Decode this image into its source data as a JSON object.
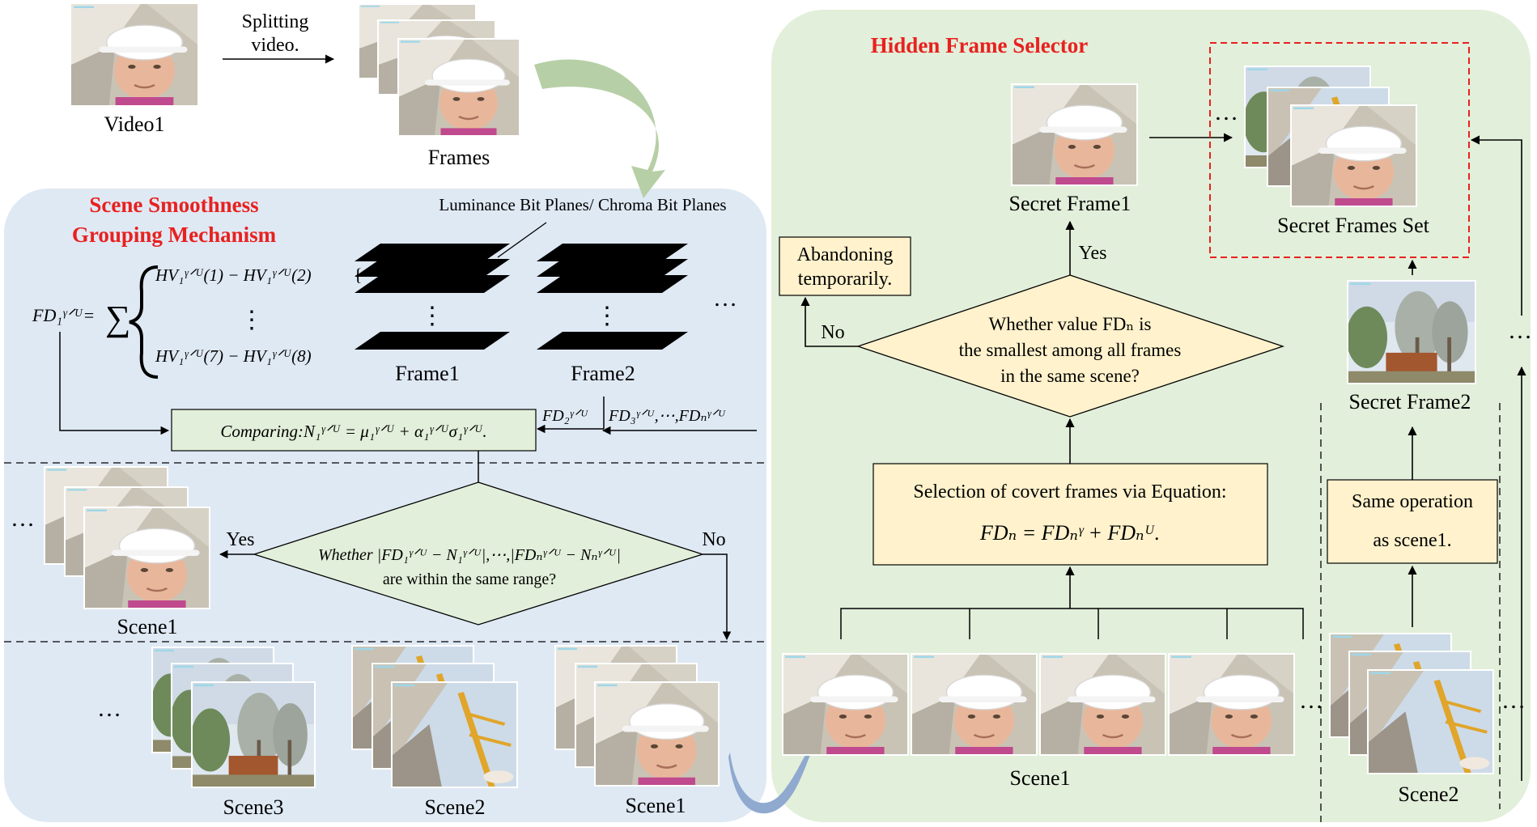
{
  "top": {
    "video_label": "Video1",
    "split_label_line1": "Splitting",
    "split_label_line2": "video.",
    "frames_label": "Frames"
  },
  "left_panel": {
    "title_line1": "Scene Smoothness",
    "title_line2": "Grouping  Mechanism",
    "bit_planes_label": "Luminance  Bit Planes/  Chroma Bit Planes",
    "fd_lhs": "FD₁ᵞᐟᵁ=",
    "sum_symbol": "∑",
    "hv_row1": "HV₁ᵞᐟᵁ(1) − HV₁ᵞᐟᵁ(2)",
    "hv_row2": "HV₁ᵞᐟᵁ(7) − HV₁ᵞᐟᵁ(8)",
    "frame1_label": "Frame1",
    "frame2_label": "Frame2",
    "ellipsis": "…",
    "vdots": "⋮",
    "fd2_label": "FD₂ᵞᐟᵁ",
    "fd3n_label": "FD₃ᵞᐟᵁ,⋯,FDₙᵞᐟᵁ",
    "comparing_text": "Comparing:N₁ᵞᐟᵁ = μ₁ᵞᐟᵁ + α₁ᵞᐟᵁσ₁ᵞᐟᵁ.",
    "decision_line1": "Whether |FD₁ᵞᐟᵁ − N₁ᵞᐟᵁ|,⋯,|FDₙᵞᐟᵁ − Nₙᵞᐟᵁ|",
    "decision_line2": "are within  the same range?",
    "yes_label": "Yes",
    "no_label": "No",
    "scene1_top_label": "Scene1",
    "scene3_label": "Scene3",
    "scene2_label": "Scene2",
    "scene1_bottom_label": "Scene1"
  },
  "right_panel": {
    "title": "Hidden  Frame Selector",
    "secret_frame1_label": "Secret Frame1",
    "secret_set_label": "Secret Frames Set",
    "abandon_line1": "Abandoning",
    "abandon_line2": "temporarily.",
    "yes_label": "Yes",
    "no_label": "No",
    "decision_line1": "Whether value FDₙ is",
    "decision_line2": "the smallest among all frames",
    "decision_line3": "in the same scene?",
    "selection_line1": "Selection of covert frames via Equation:",
    "selection_line2": "FDₙ = FDₙᵞ + FDₙᵁ.",
    "same_op_line1": "Same operation",
    "same_op_line2": "as scene1.",
    "secret_frame2_label": "Secret Frame2",
    "scene1_label": "Scene1",
    "scene2_label": "Scene2",
    "ellipsis": "…"
  },
  "colors": {
    "left_panel_bg": "#dfe9f4",
    "right_panel_bg": "#e2efda",
    "box_fill": "#fff2cc",
    "diamond_fill_left": "#e2efda",
    "diamond_fill_right": "#fff2cc",
    "title_red": "#e8211f",
    "set_border": "#e8211f"
  }
}
